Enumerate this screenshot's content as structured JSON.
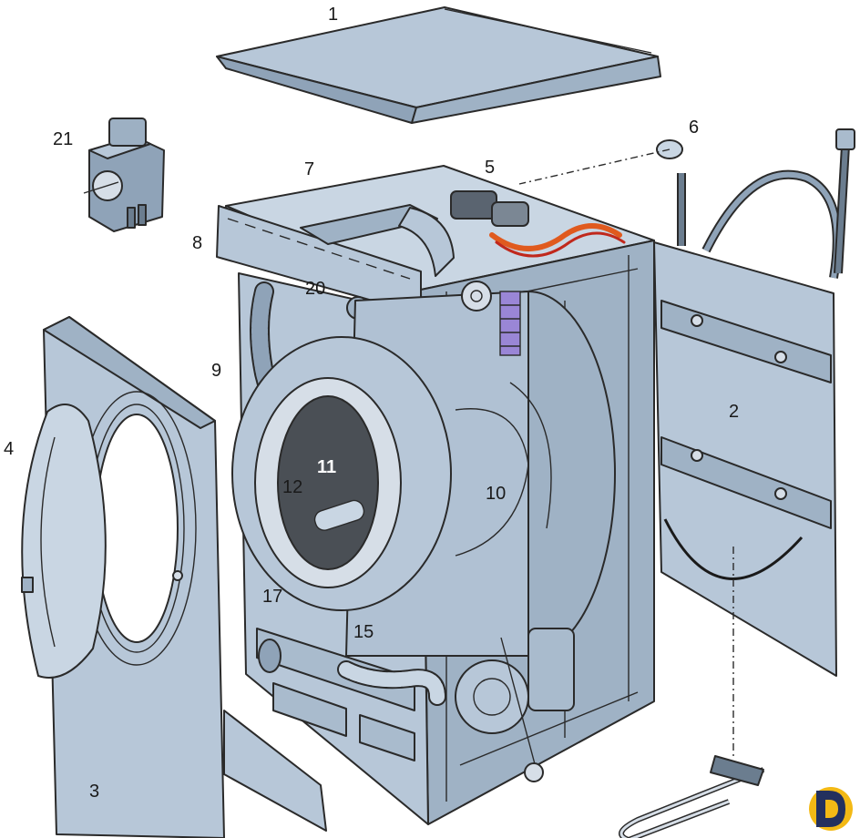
{
  "colors": {
    "panel": "#b7c7d8",
    "panel_light": "#c9d6e3",
    "panel_dark": "#8fa3b8",
    "outline": "#2a2a2a",
    "drum_dark": "#4a4f55",
    "heater_orange": "#e05a1e",
    "heater_red": "#c0281c",
    "spring_purple": "#9a86d6",
    "logo_yellow": "#f3b915",
    "logo_navy": "#23305e"
  },
  "callouts": [
    {
      "label": "1"
    },
    {
      "label": "2"
    },
    {
      "label": "3"
    },
    {
      "label": "4"
    },
    {
      "label": "5"
    },
    {
      "label": "6"
    },
    {
      "label": "7"
    },
    {
      "label": "8"
    },
    {
      "label": "9"
    },
    {
      "label": "10"
    },
    {
      "label": "11"
    },
    {
      "label": "12"
    },
    {
      "label": "15"
    },
    {
      "label": "17"
    },
    {
      "label": "20"
    },
    {
      "label": "21"
    }
  ],
  "logo": {
    "icon": "brand-logo-icon"
  }
}
